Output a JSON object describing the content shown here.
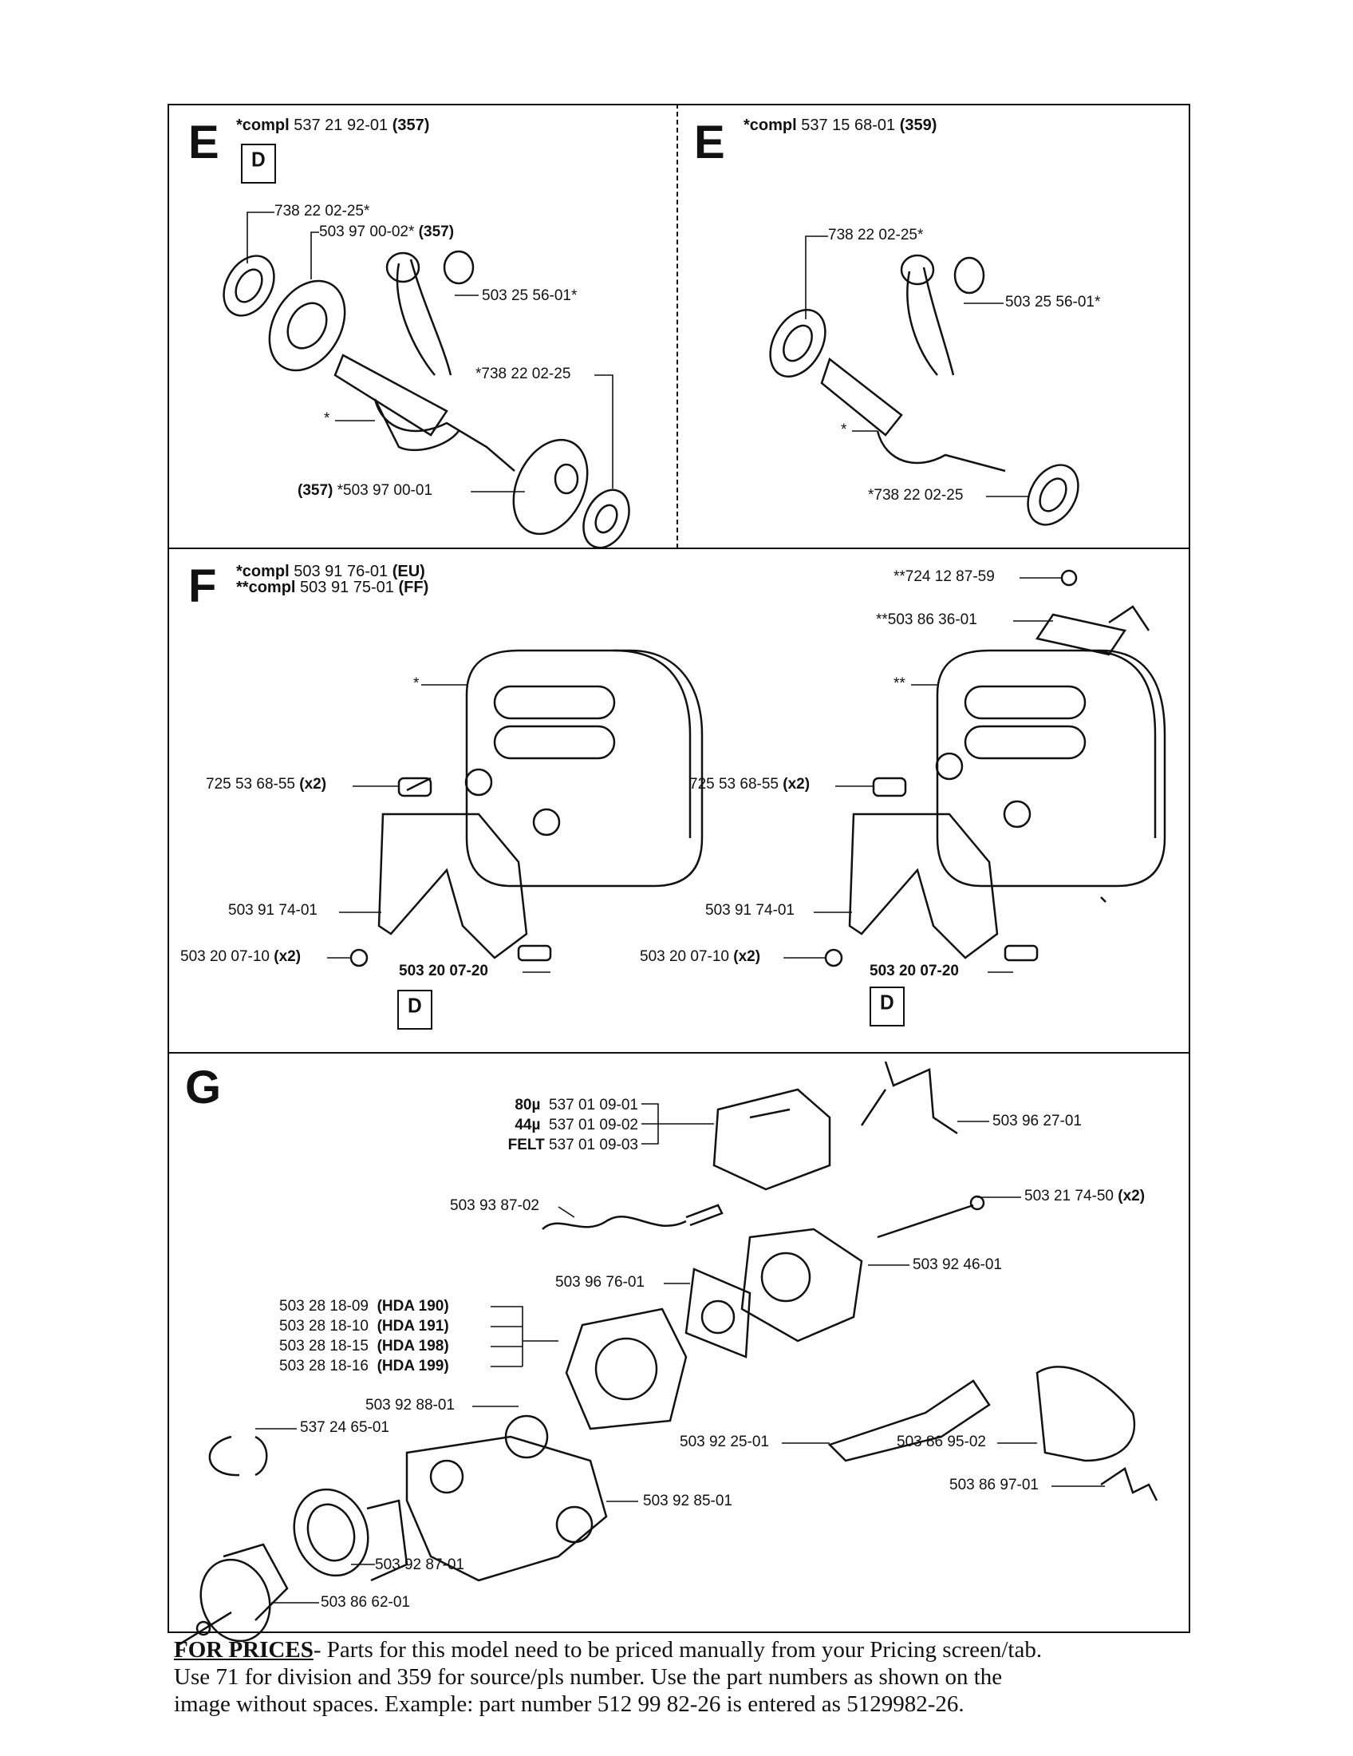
{
  "sections": {
    "e1": {
      "letter": "E",
      "compl_prefix": "*compl",
      "compl_number": "537 21 92-01",
      "compl_model": "(357)",
      "labels": {
        "l1": "738 22 02-25*",
        "l2_num": "503 97 00-02*",
        "l2_model": "(357)",
        "l3": "503 25 56-01*",
        "l4": "*738 22 02-25",
        "l5": "*",
        "l6_model": "(357)",
        "l6_num": "*503 97 00-01"
      }
    },
    "e2": {
      "letter": "E",
      "compl_prefix": "*compl",
      "compl_number": "537 15 68-01",
      "compl_model": "(359)",
      "labels": {
        "l1": "738 22 02-25*",
        "l3": "503 25 56-01*",
        "l5": "*",
        "l4": "*738 22 02-25"
      }
    },
    "f": {
      "letter": "F",
      "compl1_prefix": "*compl",
      "compl1_number": "503 91 76-01",
      "compl1_region": "(EU)",
      "compl2_prefix": "**compl",
      "compl2_number": "503 91 75-01",
      "compl2_region": "(FF)",
      "left": {
        "star": "*",
        "bolt_num": "725 53 68-55",
        "bolt_qty": "(x2)",
        "bracket": "503 91 74-01",
        "screw_num": "503 20 07-10",
        "screw_qty": "(x2)",
        "screw2": "503 20 07-20"
      },
      "right": {
        "top_screw": "**724 12 87-59",
        "screen": "**503 86 36-01",
        "star": "**",
        "bolt_num": "725 53 68-55",
        "bolt_qty": "(x2)",
        "bracket": "503 91 74-01",
        "screw_num": "503 20 07-10",
        "screw_qty": "(x2)",
        "screw2": "503 20 07-20"
      }
    },
    "g": {
      "letter": "G",
      "filter": [
        {
          "grade": "80µ",
          "num": "537 01 09-01"
        },
        {
          "grade": "44µ",
          "num": "537 01 09-02"
        },
        {
          "grade": "FELT",
          "num": "537 01 09-03"
        }
      ],
      "clip": "503 96 27-01",
      "spring": "503 93 87-02",
      "long_bolt_num": "503 21 74-50",
      "long_bolt_qty": "(x2)",
      "gasket": "503 96 76-01",
      "pin": "503 92 46-01",
      "carbs": [
        {
          "num": "503 28 18-09",
          "model": "(HDA 190)"
        },
        {
          "num": "503 28 18-10",
          "model": "(HDA 191)"
        },
        {
          "num": "503 28 18-15",
          "model": "(HDA 198)"
        },
        {
          "num": "503 28 18-16",
          "model": "(HDA 199)"
        }
      ],
      "sleeve": "503 92 88-01",
      "ring": "537 24 65-01",
      "lever": "503 92 25-01",
      "cover": "503 86 95-02",
      "spring2": "503 86 97-01",
      "manifold": "503 92 85-01",
      "boot": "503 92 87-01",
      "flange": "503 86 62-01"
    }
  },
  "footer": {
    "heading": "FOR PRICES",
    "line1": "- Parts for this model need to be priced manually from your Pricing screen/tab.",
    "line2": "Use 71 for division and 359 for source/pls number.   Use the part numbers as shown on the",
    "line3": "image without spaces.  Example: part number 512 99 82-26 is entered as 5129982-26."
  }
}
